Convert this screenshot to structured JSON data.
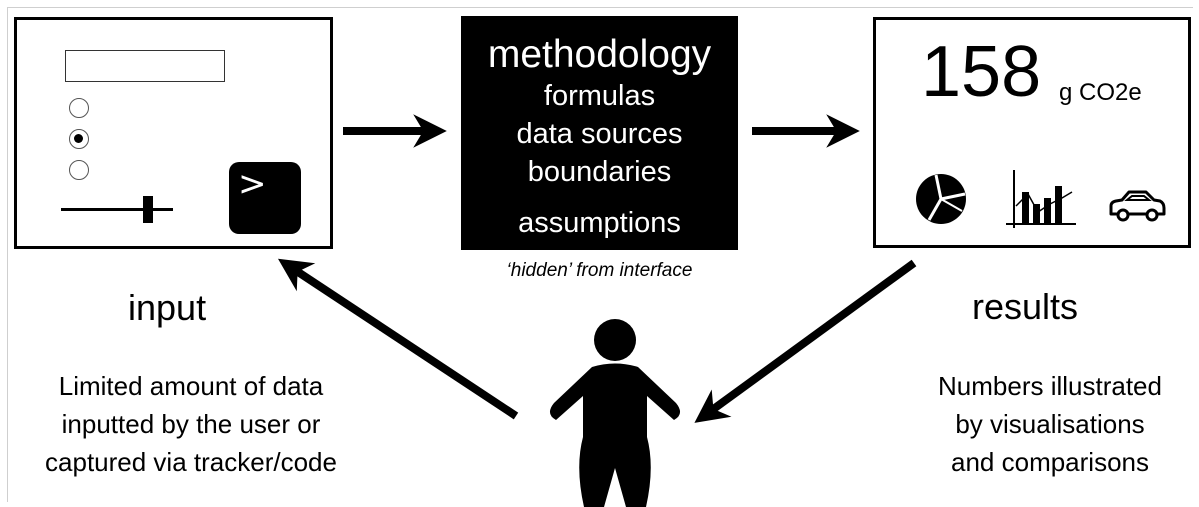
{
  "input_panel": {
    "title": "input",
    "description": [
      "Limited amount of data",
      "inputted by the user or",
      "captured via tracker/code"
    ],
    "terminal_prompt": ">"
  },
  "methodology": {
    "title": "methodology",
    "items": [
      "formulas",
      "data sources",
      "boundaries",
      "assumptions"
    ],
    "caption": "‘hidden’ from interface"
  },
  "results_panel": {
    "title": "results",
    "value": "158",
    "unit": "g CO2e",
    "icons": [
      "pie-chart-icon",
      "bar-chart-icon",
      "car-icon"
    ],
    "description": [
      "Numbers illustrated",
      "by visualisations",
      "and comparisons"
    ]
  },
  "user": {
    "icon": "person-icon"
  },
  "colors": {
    "foreground": "#000000",
    "background": "#ffffff"
  }
}
